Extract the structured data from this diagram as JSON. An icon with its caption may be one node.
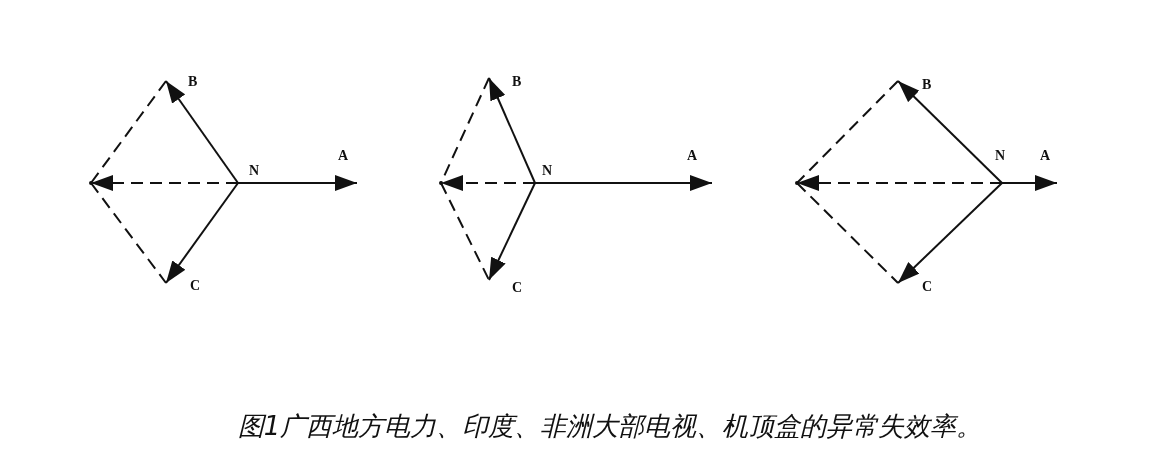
{
  "diagram": {
    "caption": "图1广西地方电力、印度、非洲大部电视、机顶盒的异常失效率。",
    "nodes": [
      {
        "text": [
          "N"
        ]
      },
      {
        "text": [
          "A"
        ]
      },
      {
        "text": [
          "B"
        ]
      },
      {
        "text": [
          "C"
        ]
      },
      {
        "text": [],
        "shape": "point"
      },
      {
        "text": [
          "N"
        ]
      },
      {
        "text": [
          "A"
        ]
      },
      {
        "text": [
          "B"
        ]
      },
      {
        "text": [
          "C"
        ]
      },
      {
        "text": [],
        "shape": "point"
      },
      {
        "text": [
          "N"
        ]
      },
      {
        "text": [
          "A"
        ]
      },
      {
        "text": [
          "B"
        ]
      },
      {
        "text": [
          "C"
        ]
      },
      {
        "text": [],
        "shape": "point"
      }
    ],
    "edges": [
      {
        "from": 0,
        "to": 1,
        "arrow": "to"
      },
      {
        "from": 0,
        "to": 2,
        "arrow": "to"
      },
      {
        "from": 0,
        "to": 3,
        "arrow": "to"
      },
      {
        "from": 0,
        "to": 4,
        "arrow": "to",
        "style": "dashed"
      },
      {
        "from": 2,
        "to": 4,
        "arrow": "none",
        "style": "dashed"
      },
      {
        "from": 4,
        "to": 3,
        "arrow": "none",
        "style": "dashed"
      },
      {
        "from": 5,
        "to": 6,
        "arrow": "to"
      },
      {
        "from": 5,
        "to": 7,
        "arrow": "to"
      },
      {
        "from": 5,
        "to": 8,
        "arrow": "to"
      },
      {
        "from": 5,
        "to": 9,
        "arrow": "to",
        "style": "dashed"
      },
      {
        "from": 7,
        "to": 9,
        "arrow": "none",
        "style": "dashed"
      },
      {
        "from": 9,
        "to": 8,
        "arrow": "none",
        "style": "dashed"
      },
      {
        "from": 10,
        "to": 11,
        "arrow": "to"
      },
      {
        "from": 10,
        "to": 12,
        "arrow": "to"
      },
      {
        "from": 10,
        "to": 13,
        "arrow": "to"
      },
      {
        "from": 10,
        "to": 14,
        "arrow": "to",
        "style": "dashed"
      },
      {
        "from": 12,
        "to": 14,
        "arrow": "none",
        "style": "dashed"
      },
      {
        "from": 14,
        "to": 13,
        "arrow": "none",
        "style": "dashed"
      }
    ]
  }
}
